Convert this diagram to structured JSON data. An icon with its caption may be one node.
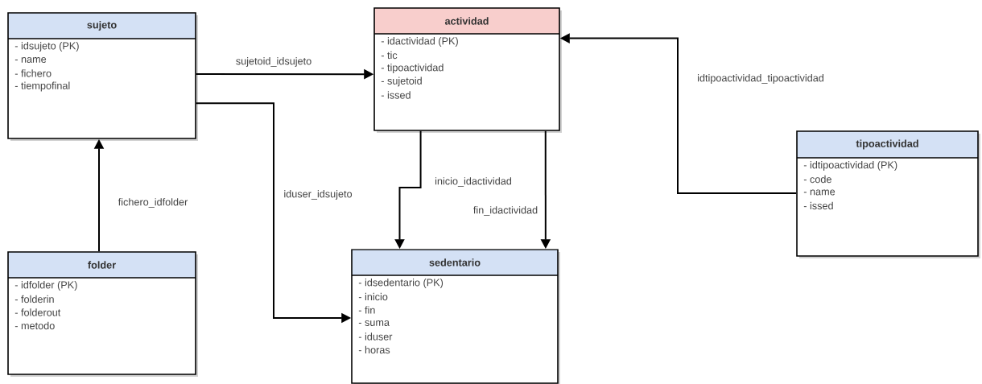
{
  "diagram": {
    "nodes": [
      {
        "text": [
          "sujeto",
          "- idsujeto (PK)",
          "- name",
          "- fichero",
          "- tiempofinal"
        ]
      },
      {
        "text": [
          "actividad",
          "- idactividad (PK)",
          "- tic",
          "- tipoactividad",
          "- sujetoid",
          "- issed"
        ]
      },
      {
        "text": [
          "tipoactividad",
          "- idtipoactividad (PK)",
          "- code",
          "- name",
          "- issed"
        ]
      },
      {
        "text": [
          "folder",
          "- idfolder (PK)",
          "- folderin",
          "- folderout",
          "- metodo"
        ]
      },
      {
        "text": [
          "sedentario",
          "- idsedentario (PK)",
          "- inicio",
          "- fin",
          "- suma",
          "- iduser",
          "- horas"
        ]
      }
    ],
    "edges": [
      {
        "from": 0,
        "to": 1,
        "arrow": "to",
        "label": "sujetoid_idsujeto"
      },
      {
        "from": 0,
        "to": 4,
        "arrow": "to",
        "label": "iduser_idsujeto"
      },
      {
        "from": 3,
        "to": 0,
        "arrow": "to",
        "label": "fichero_idfolder"
      },
      {
        "from": 1,
        "to": 4,
        "arrow": "to",
        "label": "inicio_idactividad"
      },
      {
        "from": 1,
        "to": 4,
        "arrow": "to",
        "label": "fin_idactividad"
      },
      {
        "from": 2,
        "to": 1,
        "arrow": "to",
        "label": "idtipoactividad_tipoactividad"
      }
    ]
  }
}
